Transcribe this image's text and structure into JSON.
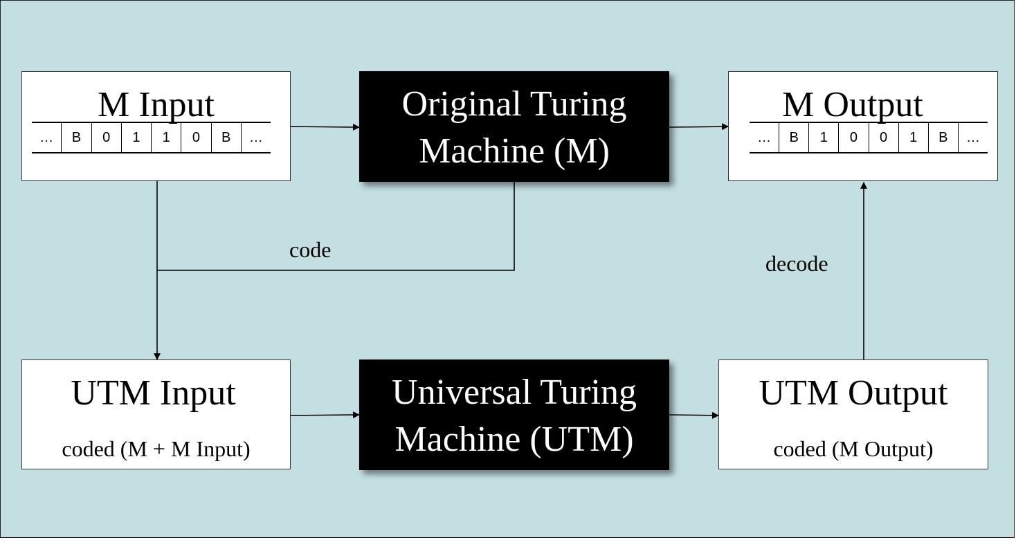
{
  "boxes": {
    "m_input": {
      "title": "M Input",
      "tape": [
        "…",
        "B",
        "0",
        "1",
        "1",
        "0",
        "B",
        "…"
      ]
    },
    "original_tm": {
      "line1": "Original Turing",
      "line2": "Machine (M)"
    },
    "m_output": {
      "title": "M Output",
      "tape": [
        "…",
        "B",
        "1",
        "0",
        "0",
        "1",
        "B",
        "…"
      ]
    },
    "utm_input": {
      "title": "UTM Input",
      "subtitle": "coded (M + M Input)"
    },
    "utm": {
      "line1": "Universal Turing",
      "line2": "Machine (UTM)"
    },
    "utm_output": {
      "title": "UTM Output",
      "subtitle": "coded (M Output)"
    }
  },
  "labels": {
    "code": "code",
    "decode": "decode"
  },
  "colors": {
    "background": "#c3dfe1",
    "machine_box": "#000000",
    "data_box": "#ffffff"
  }
}
